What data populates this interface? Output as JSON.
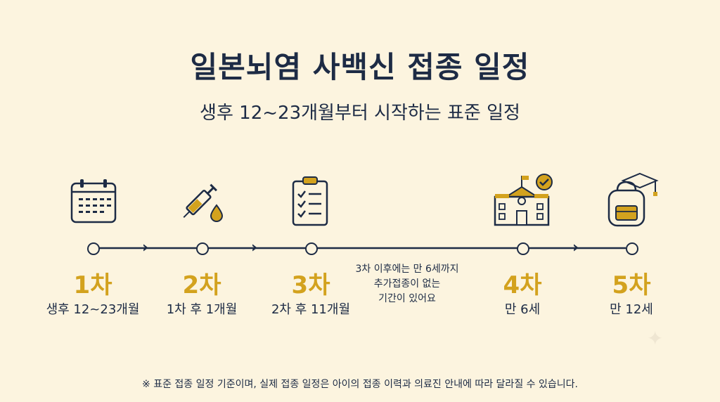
{
  "title": "일본뇌염 사백신 접종 일정",
  "subtitle": "생후 12~23개월부터 시작하는 표준 일정",
  "steps": [
    {
      "label": "1차",
      "desc": "생후 12~23개월",
      "icon": "calendar-icon"
    },
    {
      "label": "2차",
      "desc": "1차 후 1개월",
      "icon": "syringe-icon"
    },
    {
      "label": "3차",
      "desc": "2차 후 11개월",
      "icon": "checklist-icon"
    },
    {
      "label": "4차",
      "desc": "만 6세",
      "icon": "school-icon"
    },
    {
      "label": "5차",
      "desc": "만 12세",
      "icon": "backpack-icon"
    }
  ],
  "gap_note": {
    "line1": "3차 이후에는 만 6세까지",
    "line2": "추가접종이 없는",
    "line3": "기간이 있어요"
  },
  "footnote": "※ 표준 접종 일정 기준이며, 실제 접종 일정은 아이의 접종 이력과 의료진 안내에 따라 달라질 수 있습니다.",
  "colors": {
    "accent": "#d3a21e",
    "navy": "#1d2b45",
    "background": "#fcf4df"
  }
}
